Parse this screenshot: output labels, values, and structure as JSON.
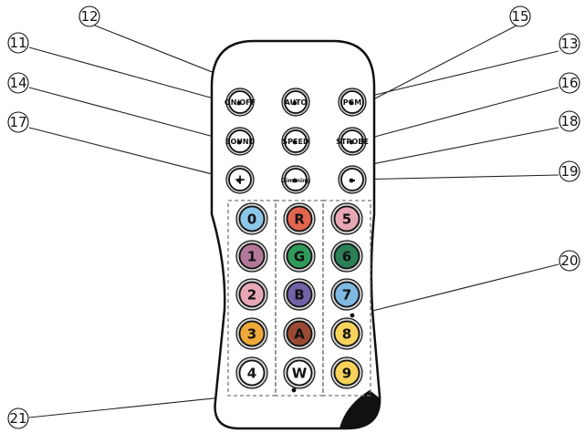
{
  "function_buttons": [
    {
      "id": "onoff",
      "label": "ON/OFF"
    },
    {
      "id": "auto",
      "label": "AUTO"
    },
    {
      "id": "pgm",
      "label": "PGM"
    },
    {
      "id": "sound",
      "label": "SOUND"
    },
    {
      "id": "speed",
      "label": "SPEED"
    },
    {
      "id": "strobe",
      "label": "STROBE"
    },
    {
      "id": "plus",
      "label": "+"
    },
    {
      "id": "dimming",
      "label": "Dimming"
    },
    {
      "id": "minus",
      "label": "–"
    }
  ],
  "keypad_buttons": [
    {
      "id": "0",
      "label": "0",
      "color": "#8cc6e8"
    },
    {
      "id": "R",
      "label": "R",
      "color": "#e2654d"
    },
    {
      "id": "5",
      "label": "5",
      "color": "#e7a8b6"
    },
    {
      "id": "1",
      "label": "1",
      "color": "#b3779a"
    },
    {
      "id": "G",
      "label": "G",
      "color": "#2f9a5a"
    },
    {
      "id": "6",
      "label": "6",
      "color": "#2c7f56"
    },
    {
      "id": "2",
      "label": "2",
      "color": "#e7a8b6"
    },
    {
      "id": "B",
      "label": "B",
      "color": "#7462a9"
    },
    {
      "id": "7",
      "label": "7",
      "color": "#7fb8e0"
    },
    {
      "id": "3",
      "label": "3",
      "color": "#eea93a"
    },
    {
      "id": "A",
      "label": "A",
      "color": "#9a4a34"
    },
    {
      "id": "8",
      "label": "8",
      "color": "#f6d35a"
    },
    {
      "id": "4",
      "label": "4",
      "color": "#ffffff"
    },
    {
      "id": "W",
      "label": "W",
      "color": "#ffffff"
    },
    {
      "id": "9",
      "label": "9",
      "color": "#f6d35a"
    }
  ],
  "callouts": [
    {
      "id": "11",
      "label": "⑪"
    },
    {
      "id": "12",
      "label": "⑫"
    },
    {
      "id": "13",
      "label": "⑬"
    },
    {
      "id": "14",
      "label": "⑭"
    },
    {
      "id": "15",
      "label": "⑮"
    },
    {
      "id": "16",
      "label": "⑯"
    },
    {
      "id": "17",
      "label": "⑰"
    },
    {
      "id": "18",
      "label": "⑱"
    },
    {
      "id": "19",
      "label": "⑲"
    },
    {
      "id": "20",
      "label": "⑳"
    },
    {
      "id": "21",
      "label": "㉑"
    }
  ]
}
